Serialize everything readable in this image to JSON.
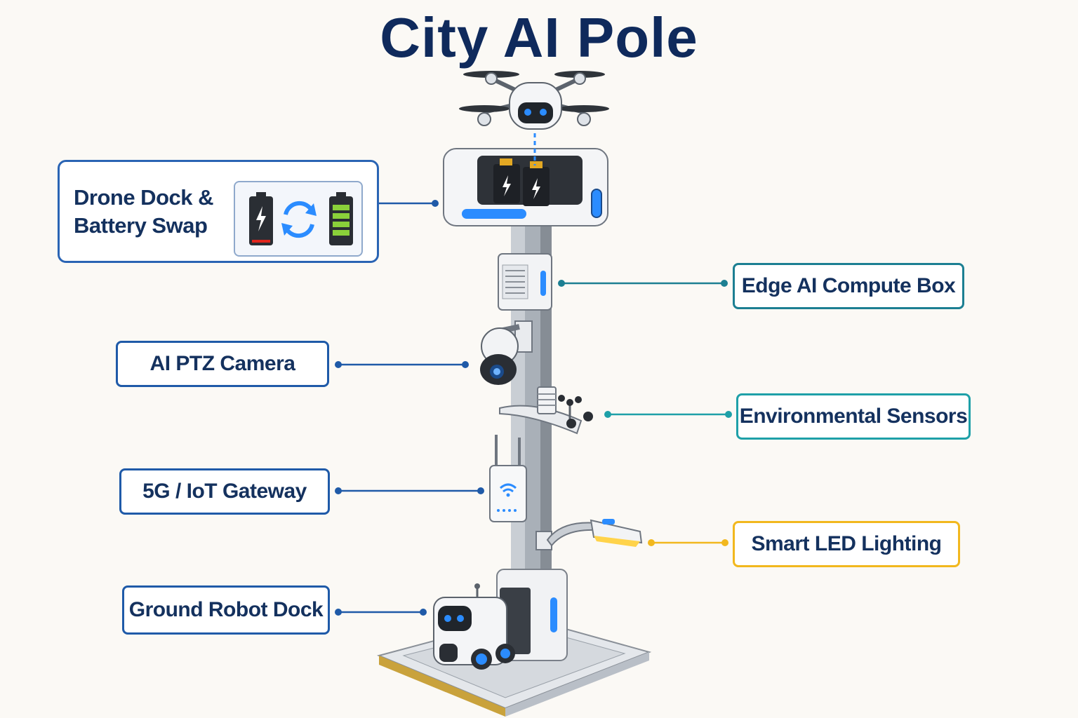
{
  "title": "City AI Pole",
  "labels": {
    "drone_dock": "Drone Dock & Battery Swap",
    "edge_ai": "Edge AI Compute Box",
    "ptz_camera": "AI PTZ Camera",
    "env_sensors": "Environmental Sensors",
    "gateway": "5G / IoT Gateway",
    "led_lighting": "Smart LED Lighting",
    "robot_dock": "Ground Robot Dock"
  },
  "colors": {
    "title": "#0f2a5c",
    "blue": "#1f5aa8",
    "teal": "#1c7f92",
    "cyan": "#1ea0a8",
    "gold": "#f2b81e",
    "glow": "#2b8cff"
  }
}
